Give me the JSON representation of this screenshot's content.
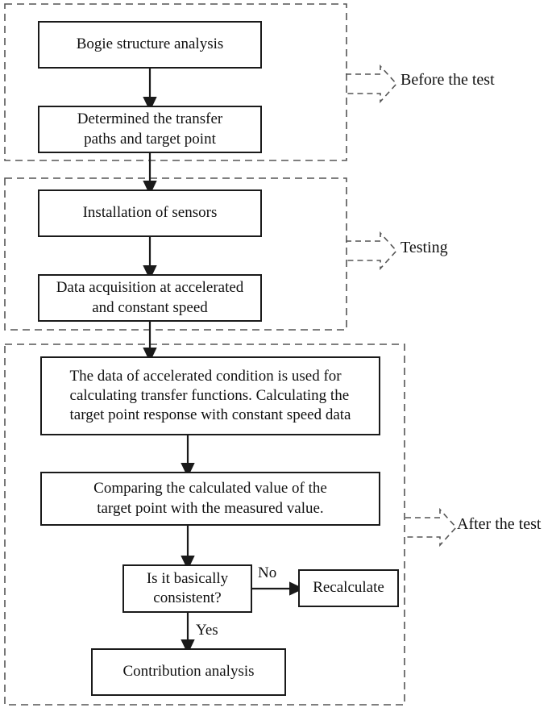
{
  "figure": {
    "kind": "flowchart",
    "orientation": "top-to-bottom",
    "stroke_color": "#1a1a1a",
    "dashed_color": "#555555",
    "background": "#ffffff"
  },
  "groups": [
    {
      "id": "before",
      "label": "Before the test",
      "arrow_name": "group-callout-arrow-before"
    },
    {
      "id": "testing",
      "label": "Testing",
      "arrow_name": "group-callout-arrow-testing"
    },
    {
      "id": "after",
      "label": "After the test",
      "arrow_name": "group-callout-arrow-after"
    }
  ],
  "nodes": [
    {
      "id": "bogie",
      "text": "Bogie structure analysis"
    },
    {
      "id": "paths",
      "text": "Determined the transfer\npaths and target point"
    },
    {
      "id": "sensors",
      "text": "Installation of sensors"
    },
    {
      "id": "acquisition",
      "text": "Data acquisition at accelerated\nand constant speed"
    },
    {
      "id": "transfer",
      "text": "The data of accelerated condition is used for\ncalculating transfer functions. Calculating the\ntarget point response with constant speed data"
    },
    {
      "id": "compare",
      "text": "Comparing the calculated value of the\ntarget point with the measured value."
    },
    {
      "id": "decision",
      "text": "Is it basically\nconsistent?"
    },
    {
      "id": "recalculate",
      "text": "Recalculate"
    },
    {
      "id": "contribution",
      "text": "Contribution analysis"
    }
  ],
  "edge_labels": [
    {
      "id": "no",
      "text": "No"
    },
    {
      "id": "yes",
      "text": "Yes"
    }
  ]
}
